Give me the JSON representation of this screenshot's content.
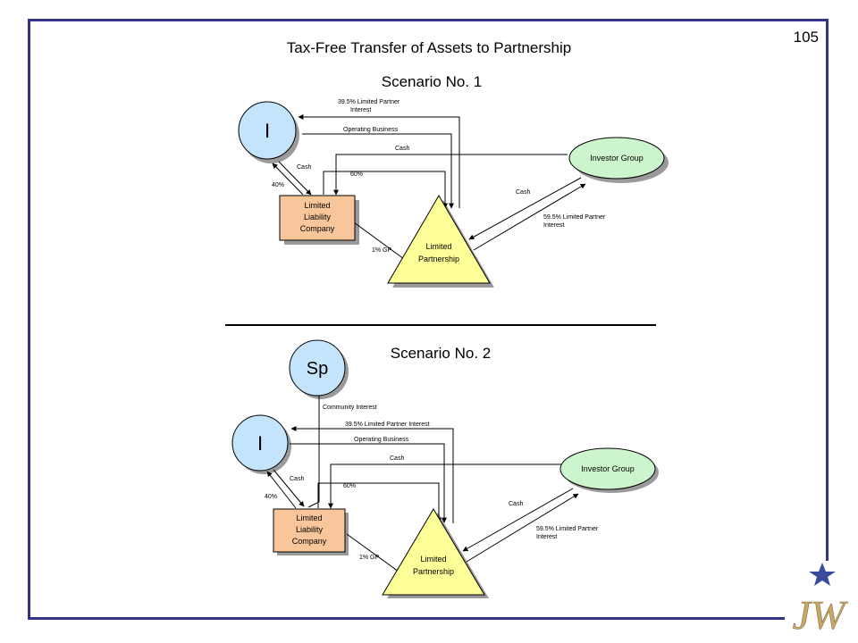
{
  "page_number": "105",
  "title": "Tax-Free Transfer of Assets to Partnership",
  "scenario1": {
    "heading": "Scenario No. 1",
    "individual": "I",
    "llc": [
      "Limited",
      "Liability",
      "Company"
    ],
    "investor_group": "Investor Group",
    "limited_partnership": [
      "Limited",
      "Partnership"
    ],
    "labels": {
      "lp_interest_395": [
        "39.5% Limited Partner",
        "Interest"
      ],
      "operating_business": "Operating Business",
      "cash_ig_to_llc": "Cash",
      "cash_i_llc": "Cash",
      "pct_40": "40%",
      "pct_60": "60%",
      "cash_ig_lp": "Cash",
      "lp_interest_595": [
        "59.5% Limited Partner",
        "Interest"
      ],
      "gp_1": "1% GP"
    }
  },
  "scenario2": {
    "heading": "Scenario No. 2",
    "spouse": "Sp",
    "individual": "I",
    "llc": [
      "Limited",
      "Liability",
      "Company"
    ],
    "investor_group": "Investor Group",
    "limited_partnership": [
      "Limited",
      "Partnership"
    ],
    "labels": {
      "community_interest": "Community Interest",
      "lp_interest_395": "39.5% Limited Partner Interest",
      "operating_business": "Operating Business",
      "cash_ig_to_llc": "Cash",
      "cash_i_llc": "Cash",
      "pct_40": "40%",
      "pct_60": "60%",
      "cash_ig_lp": "Cash",
      "lp_interest_595": [
        "59.5% Limited Partner",
        "Interest"
      ],
      "gp_1": "1% GP"
    }
  },
  "logo_text": "JW",
  "colors": {
    "frame": "#33338a",
    "individual_fill": "#c4e4fb",
    "llc_fill": "#f9c69c",
    "investor_fill": "#cdf5cd",
    "partnership_fill": "#ffff99",
    "shadow": "#9a9a9a",
    "logo_gold": "#c8a86a",
    "logo_star": "#3a4a9a"
  }
}
